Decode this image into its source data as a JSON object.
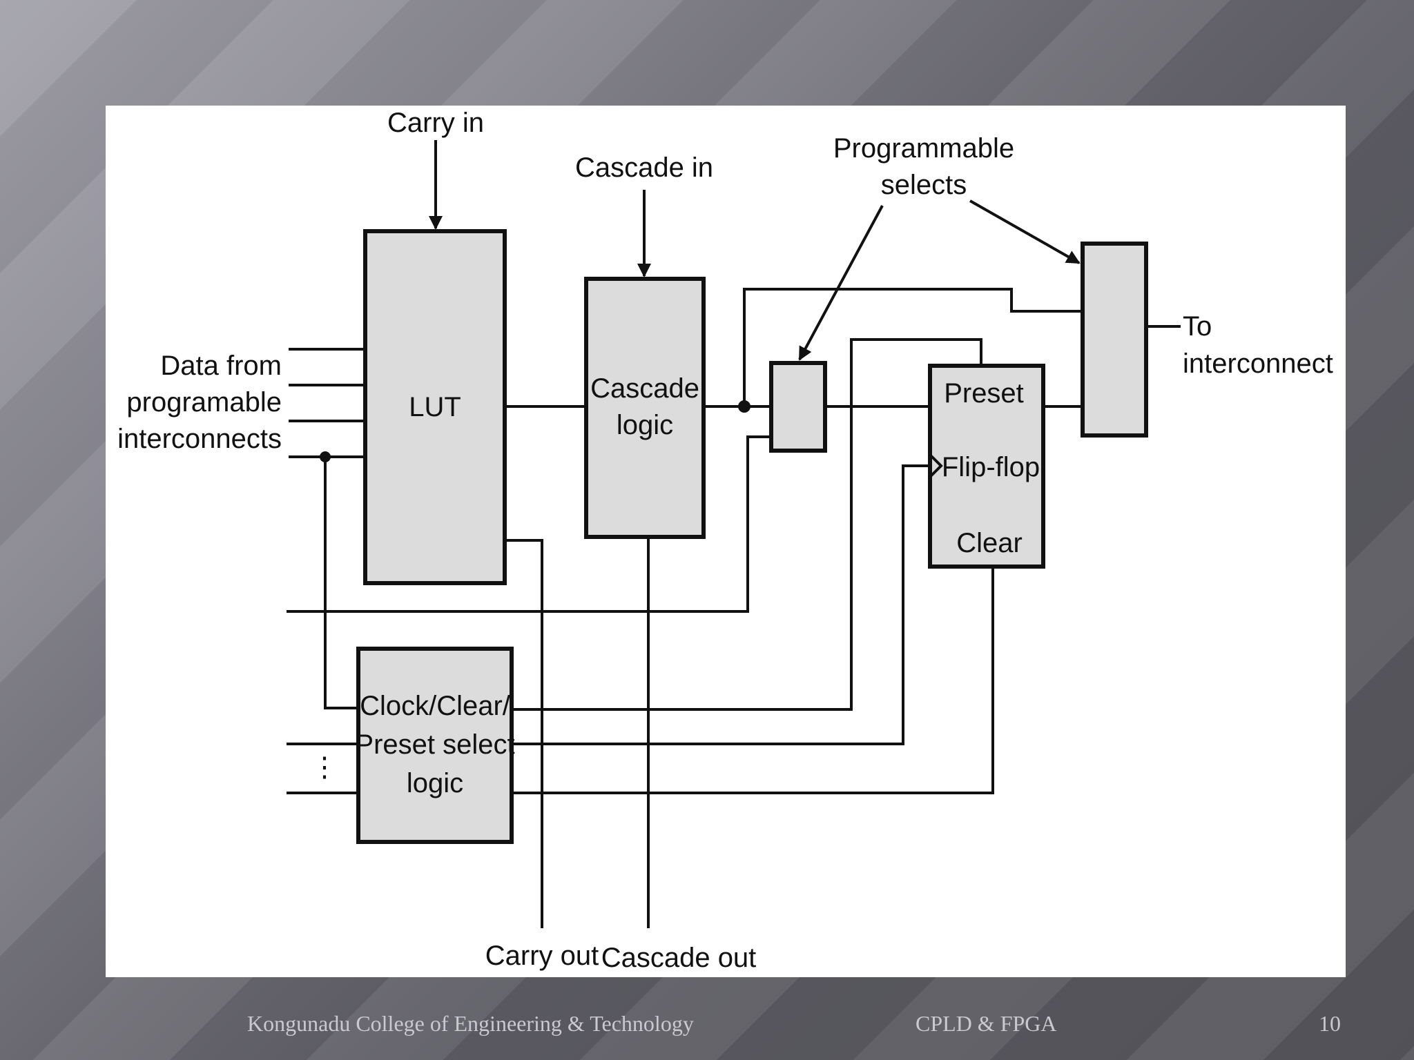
{
  "diagram": {
    "labels": {
      "carry_in": "Carry in",
      "cascade_in": "Cascade in",
      "programmable_line1": "Programmable",
      "programmable_line2": "selects",
      "data_line1": "Data from",
      "data_line2": "programable",
      "data_line3": "interconnects",
      "lut": "LUT",
      "cascade_logic_line1": "Cascade",
      "cascade_logic_line2": "logic",
      "preset": "Preset",
      "flip_flop": "Flip-flop",
      "clear": "Clear",
      "to_line1": "To",
      "to_line2": "interconnect",
      "ccp_line1": "Clock/Clear/",
      "ccp_line2": "Preset select",
      "ccp_line3": "logic",
      "vertical_dots": "⋮",
      "carry_out": "Carry out",
      "cascade_out": "Cascade out"
    }
  },
  "footer": {
    "institution": "Kongunadu College of Engineering & Technology",
    "topic": "CPLD & FPGA",
    "page_number": "10"
  },
  "colors": {
    "panel_background": "#ffffff",
    "block_fill": "#dcdcdc",
    "line_color": "#111111",
    "footer_text": "#c9c9cf"
  }
}
